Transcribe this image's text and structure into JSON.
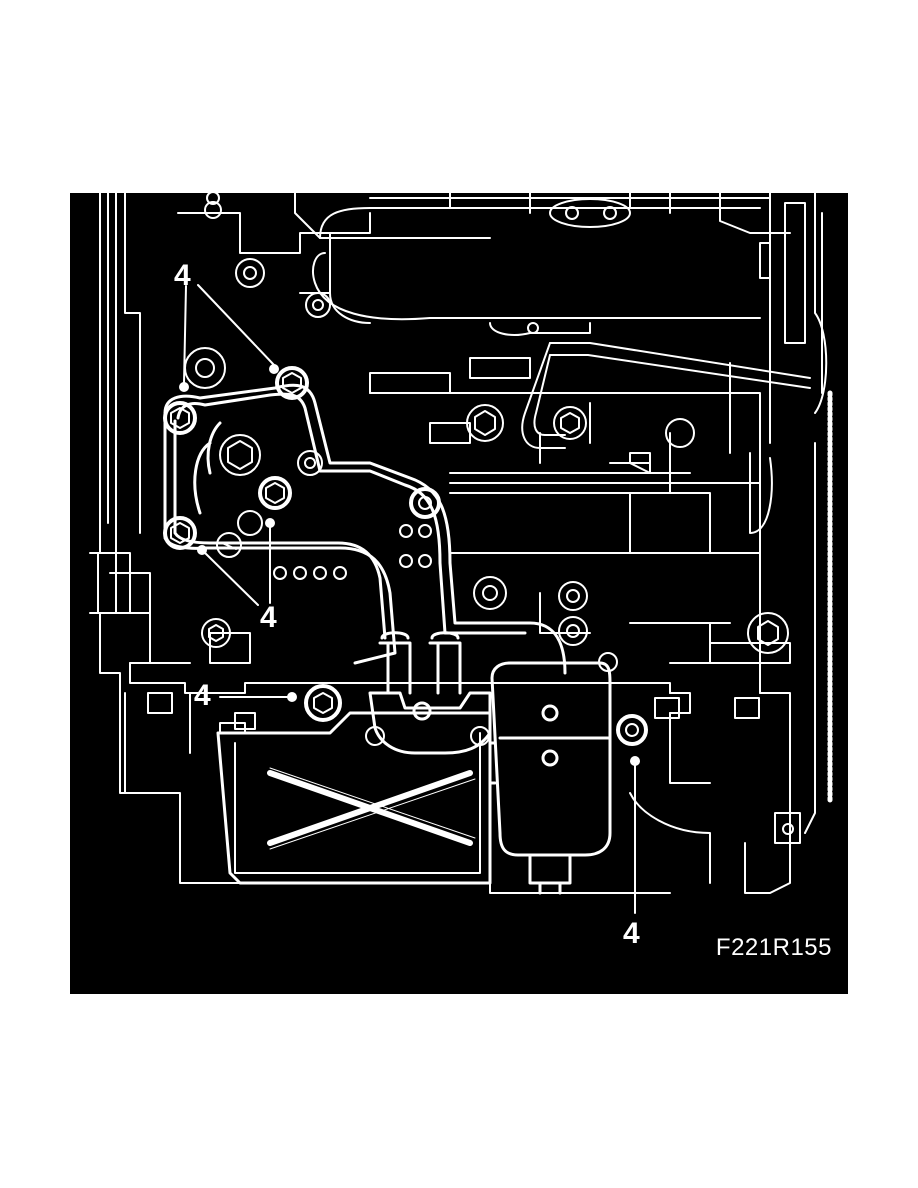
{
  "figure": {
    "callout_label": "4",
    "figure_id": "F221R155",
    "background_color": "#000000",
    "line_color": "#ffffff",
    "depicts": [
      "bolt-icon",
      "bracket",
      "pipe",
      "valve-body",
      "filter",
      "connector"
    ]
  }
}
